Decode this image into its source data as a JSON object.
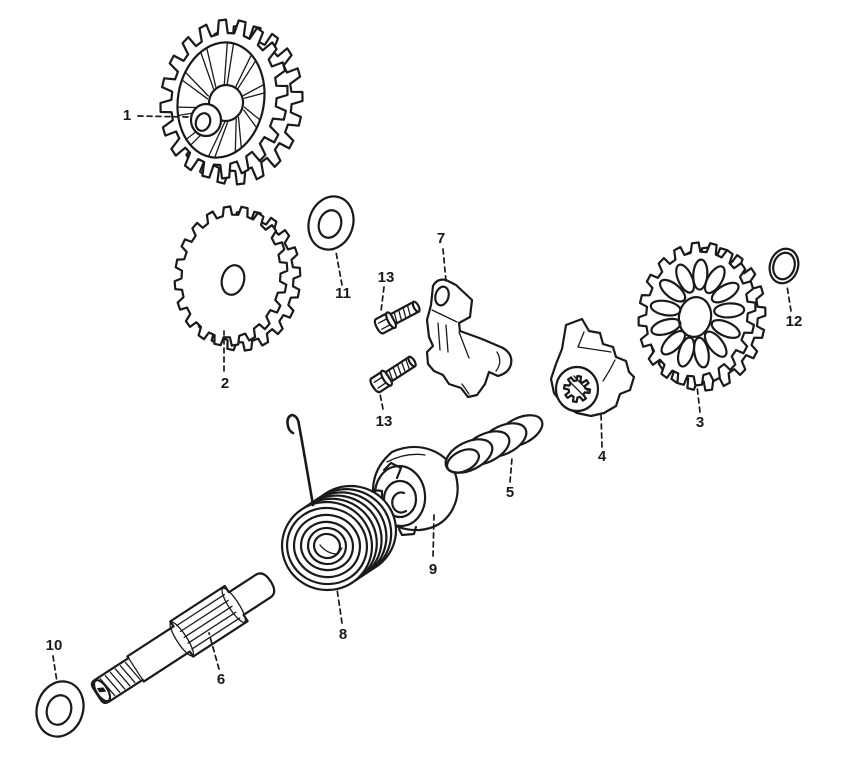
{
  "page": {
    "background": "#ffffff"
  },
  "diagram": {
    "line_color": "#1a1a1a",
    "labels": [
      {
        "part": "1",
        "text": "1"
      },
      {
        "part": "2",
        "text": "2"
      },
      {
        "part": "3",
        "text": "3"
      },
      {
        "part": "4",
        "text": "4"
      },
      {
        "part": "5",
        "text": "5"
      },
      {
        "part": "6",
        "text": "6"
      },
      {
        "part": "7",
        "text": "7"
      },
      {
        "part": "8",
        "text": "8"
      },
      {
        "part": "9",
        "text": "9"
      },
      {
        "part": "10",
        "text": "10"
      },
      {
        "part": "11",
        "text": "11"
      },
      {
        "part": "12",
        "text": "12"
      },
      {
        "part": "13",
        "text": "13"
      },
      {
        "part": "13",
        "text": "13"
      }
    ]
  }
}
